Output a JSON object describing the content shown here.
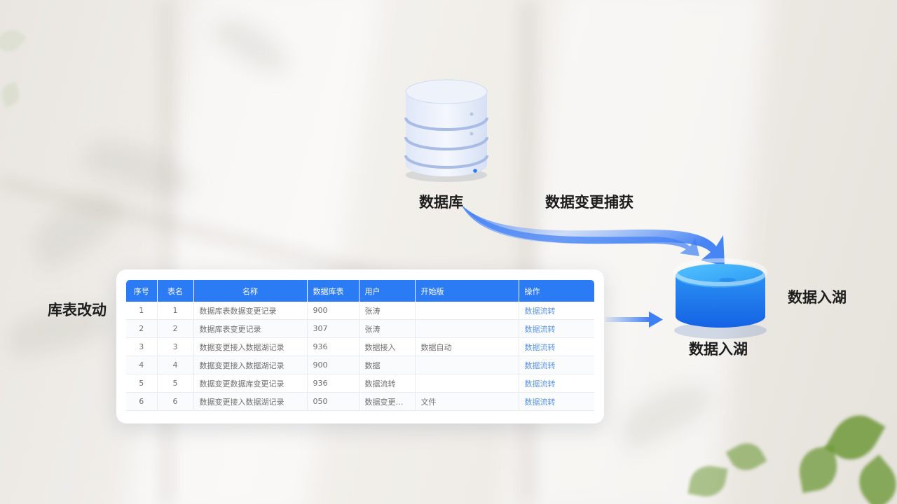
{
  "labels": {
    "database": "数据库",
    "cdc": "数据变更捕获",
    "table_change": "库表改动",
    "lake_right": "数据入湖",
    "lake_bottom": "数据入湖"
  },
  "colors": {
    "accent": "#2b7bf4",
    "lake_blue": "#2a8ff0",
    "arrow_blue": "#4a86f5"
  },
  "icons": {
    "database": "database-cylinder-icon",
    "lake": "data-lake-icon"
  },
  "table": {
    "columns": [
      "序号",
      "表名",
      "名称",
      "数据库表",
      "用户",
      "开始版",
      "操作"
    ],
    "rows": [
      [
        "1",
        "1",
        "数据库表数据变更记录",
        "900",
        "张涛",
        "",
        "数据流转"
      ],
      [
        "2",
        "2",
        "数据库表变更记录",
        "307",
        "张涛",
        "",
        "数据流转"
      ],
      [
        "3",
        "3",
        "数据变更接入数据湖记录",
        "936",
        "数据接入",
        "数据自动",
        "数据流转"
      ],
      [
        "4",
        "4",
        "数据变更接入数据湖记录",
        "900",
        "数据",
        "",
        "数据流转"
      ],
      [
        "5",
        "5",
        "数据变更数据库变更记录",
        "936",
        "数据流转",
        "",
        "数据流转"
      ],
      [
        "6",
        "6",
        "数据变更接入数据湖记录",
        "050",
        "数据变更记录",
        "文件",
        "数据流转"
      ]
    ]
  }
}
